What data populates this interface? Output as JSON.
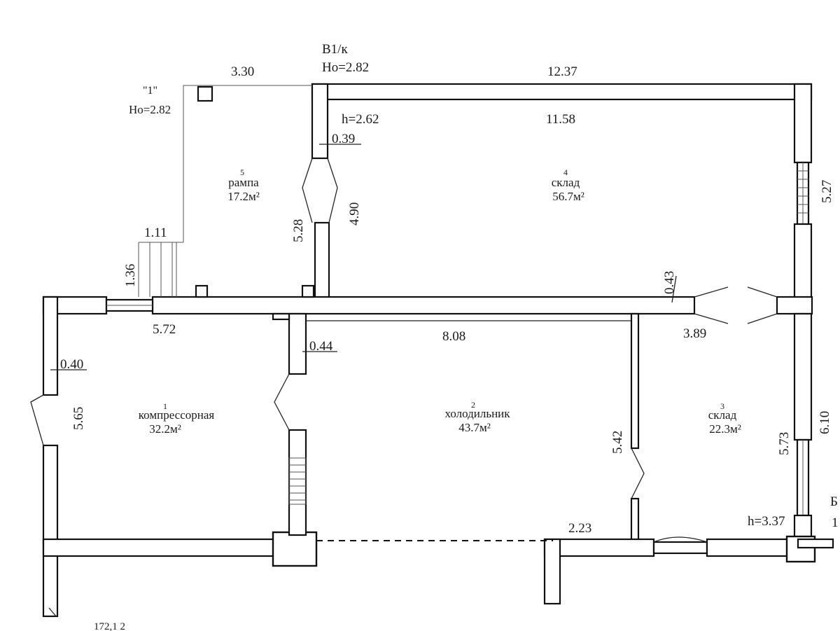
{
  "plan": {
    "header": {
      "axis": "В1/к",
      "ho_top": "Но=2.82",
      "ramp_mark": "\"1\"",
      "ramp_ho": "Но=2.82"
    },
    "rooms": [
      {
        "num": "1",
        "name": "компрессорная",
        "area": "32.2м²"
      },
      {
        "num": "2",
        "name": "холодильник",
        "area": "43.7м²"
      },
      {
        "num": "3",
        "name": "склад",
        "area": "22.3м²"
      },
      {
        "num": "4",
        "name": "склад",
        "area": "56.7м²"
      },
      {
        "num": "5",
        "name": "рампа",
        "area": "17.2м²"
      }
    ],
    "dimensions": {
      "d_330": "3.30",
      "d_1237": "12.37",
      "d_1158": "11.58",
      "h_262": "h=2.62",
      "d_039": "0.39",
      "d_527": "5.27",
      "d_490": "4.90",
      "d_528": "5.28",
      "d_111": "1.11",
      "d_136": "1.36",
      "d_043": "0.43",
      "d_572": "5.72",
      "d_808": "8.08",
      "d_389": "3.89",
      "d_044": "0.44",
      "d_040": "0.40",
      "d_565": "5.65",
      "d_542": "5.42",
      "d_573": "5.73",
      "d_610": "6.10",
      "d_223": "2.23",
      "h_337": "h=3.37"
    },
    "edge_fragments": {
      "right_b": "Б",
      "right_1": "1",
      "bottom": "172,1 2"
    }
  }
}
